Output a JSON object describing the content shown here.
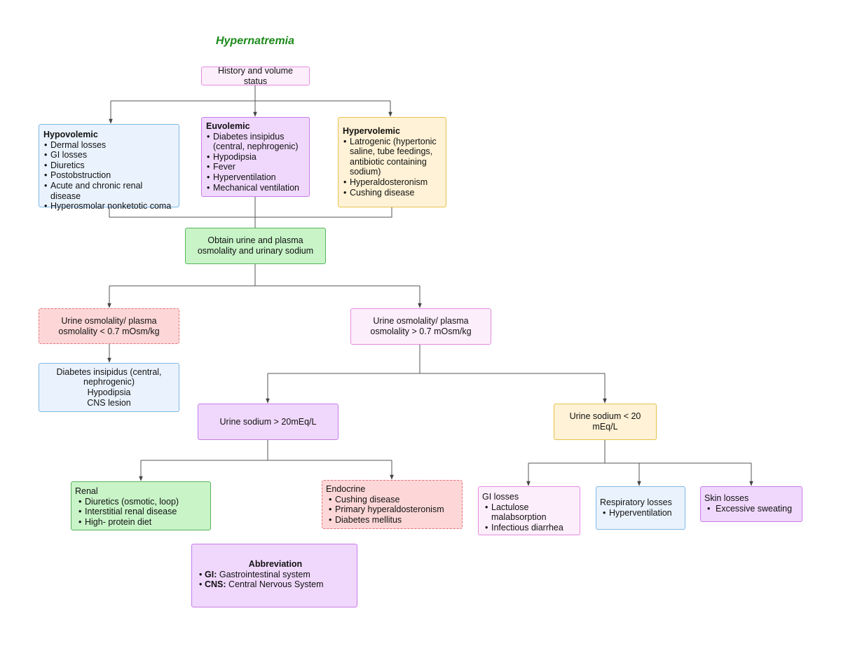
{
  "title": "Hypernatremia",
  "history": "History and volume status",
  "hypovolemic": {
    "heading": "Hypovolemic",
    "items": [
      "Dermal losses",
      "GI losses",
      "Diuretics",
      "Postobstruction",
      "Acute and chronic renal disease",
      "Hyperosmolar nonketotic coma"
    ]
  },
  "euvolemic": {
    "heading": "Euvolemic",
    "items": [
      "Diabetes insipidus (central, nephrogenic)",
      "Hypodipsia",
      "Fever",
      "Hyperventilation",
      "Mechanical ventilation"
    ]
  },
  "hypervolemic": {
    "heading": "Hypervolemic",
    "items": [
      "Latrogenic (hypertonic saline, tube feedings, antibiotic containing sodium)",
      "Hyperaldosteronism",
      "Cushing disease"
    ]
  },
  "obtain": "Obtain urine and plasma osmolality and urinary sodium",
  "osm_low": "Urine osmolality/ plasma osmolality < 0.7 mOsm/kg",
  "osm_high": "Urine osmolality/ plasma osmolality > 0.7 mOsm/kg",
  "di_box": {
    "lines": [
      "Diabetes insipidus (central, nephrogenic)",
      "Hypodipsia",
      "CNS lesion"
    ]
  },
  "na_high": "Urine sodium > 20mEq/L",
  "na_low": "Urine sodium < 20 mEq/L",
  "renal": {
    "heading": "Renal",
    "items": [
      "Diuretics (osmotic, loop)",
      "Interstitial renal disease",
      "High- protein diet"
    ]
  },
  "endocrine": {
    "heading": "Endocrine",
    "items": [
      "Cushing disease",
      "Primary hyperaldosteronism",
      "Diabetes mellitus"
    ]
  },
  "gi": {
    "heading": "GI losses",
    "items": [
      "Lactulose malabsorption",
      "Infectious diarrhea"
    ]
  },
  "respiratory": {
    "heading": "Respiratory losses",
    "items": [
      "Hyperventilation"
    ]
  },
  "skin": {
    "heading": "Skin losses",
    "items": [
      "Excessive sweating"
    ]
  },
  "abbreviation": {
    "heading": "Abbreviation",
    "items": [
      {
        "term": "GI:",
        "def": "Gastrointestinal system"
      },
      {
        "term": "CNS:",
        "def": "Central Nervous System"
      }
    ]
  }
}
